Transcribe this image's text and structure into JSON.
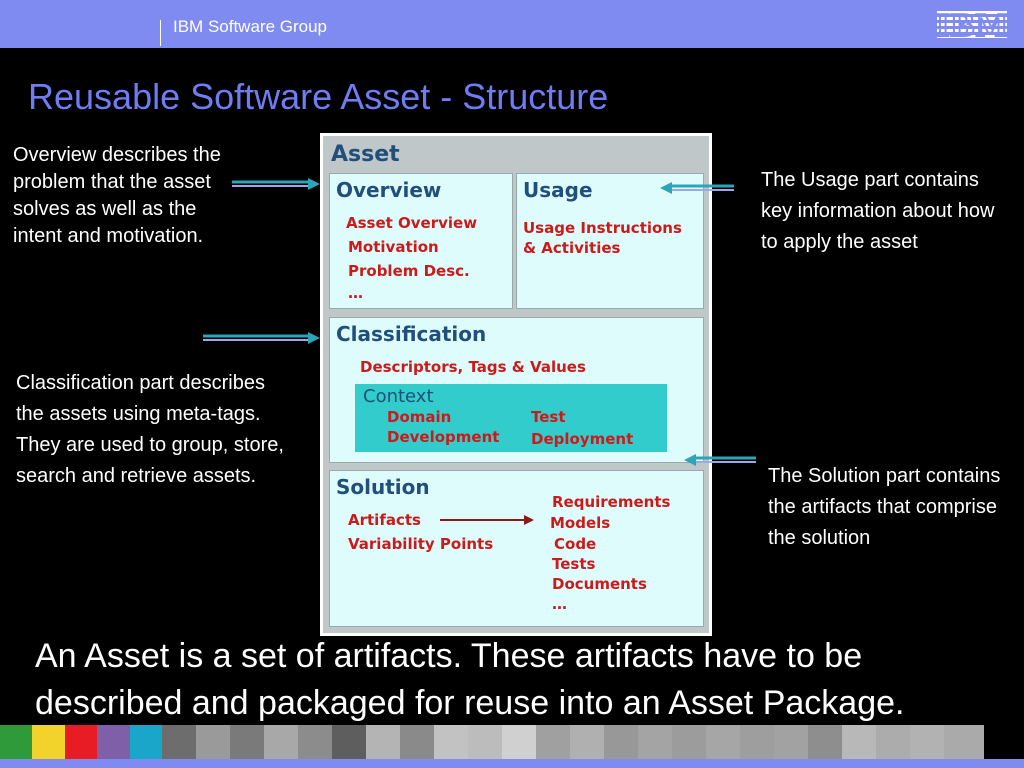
{
  "header": {
    "group": "IBM Software Group",
    "logo_text": "IBM"
  },
  "title": "Reusable Software Asset - Structure",
  "notes": {
    "overview": "Overview describes the problem that the asset solves as well as the intent and motivation.",
    "usage": "The Usage part contains key information about how to apply the asset",
    "classification": "Classification part describes the assets using meta-tags. They are used to group, store, search and retrieve assets.",
    "solution": "The Solution part contains the artifacts that comprise the solution"
  },
  "diagram": {
    "asset_label": "Asset",
    "overview": {
      "label": "Overview",
      "items": [
        "Asset Overview",
        "Motivation",
        "Problem Desc.",
        "…"
      ]
    },
    "usage": {
      "label": "Usage",
      "items": [
        "Usage Instructions",
        "& Activities"
      ]
    },
    "classification": {
      "label": "Classification",
      "descriptor": "Descriptors, Tags & Values",
      "context": {
        "label": "Context",
        "items": [
          "Domain",
          "Test",
          "Development",
          "Deployment"
        ]
      }
    },
    "solution": {
      "label": "Solution",
      "left_items": [
        "Artifacts",
        "Variability Points"
      ],
      "right_items": [
        "Requirements",
        "Models",
        "Code",
        "Tests",
        "Documents",
        "…"
      ]
    }
  },
  "bottom_text": "An Asset is a set of artifacts. These artifacts have to be described and packaged for reuse into an Asset Package.",
  "colors": {
    "band": "#7f8bf0",
    "title": "#6f7cf4",
    "box_fill": "#dffcfc",
    "box_header": "#1f4f7a",
    "box_items": "#cc1a1a",
    "context_fill": "#33cccc"
  }
}
